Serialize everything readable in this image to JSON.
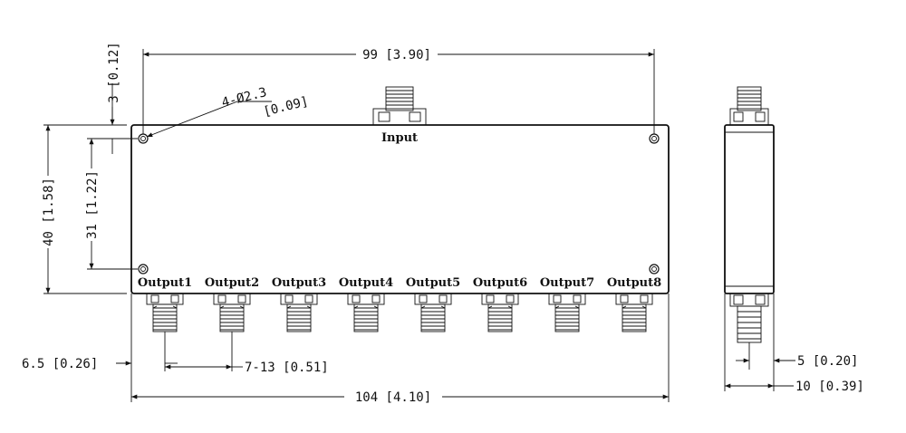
{
  "labels": {
    "input": "Input",
    "outputs": [
      "Output1",
      "Output2",
      "Output3",
      "Output4",
      "Output5",
      "Output6",
      "Output7",
      "Output8"
    ]
  },
  "dimensions": {
    "top_width": "99 [3.90]",
    "overall_width": "104 [4.10]",
    "height": "40 [1.58]",
    "hole_spacing_v": "31 [1.22]",
    "hole_offset": "3 [0.12]",
    "hole_spec": "4-Ø2.3",
    "hole_spec_inch": "[0.09]",
    "edge_offset": "6.5 [0.26]",
    "connector_pitch": "7-13 [0.51]",
    "side_connector": "5 [0.20]",
    "side_thickness": "10 [0.39]"
  }
}
